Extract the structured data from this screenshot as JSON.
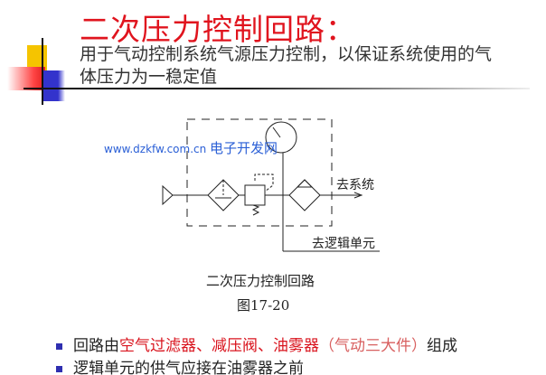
{
  "title": "二次压力控制回路：",
  "subtitle": [
    "用于气动控制系统气源压力控制，以保证系统使用的气",
    "体压力为一稳定值"
  ],
  "diagram": {
    "to_system": "去系统",
    "to_logic": "去逻辑单元"
  },
  "watermark": {
    "url": "www.dzkfw.com.cn",
    "name": "电子开发网"
  },
  "caption": "二次压力控制回路",
  "figure_no": "图17-20",
  "bullets": [
    {
      "prefix": "回路由",
      "highlight": "空气过滤器、减压阀、油雾器",
      "note": "（气动三大件）",
      "suffix": "组成"
    },
    {
      "text": "逻辑单元的供气应接在油雾器之前"
    }
  ],
  "colors": {
    "title": "#e0141e",
    "bullet": "#2f2fb0",
    "yellow": "#f5c400",
    "blue": "#3333cc",
    "red": "#e02020"
  }
}
